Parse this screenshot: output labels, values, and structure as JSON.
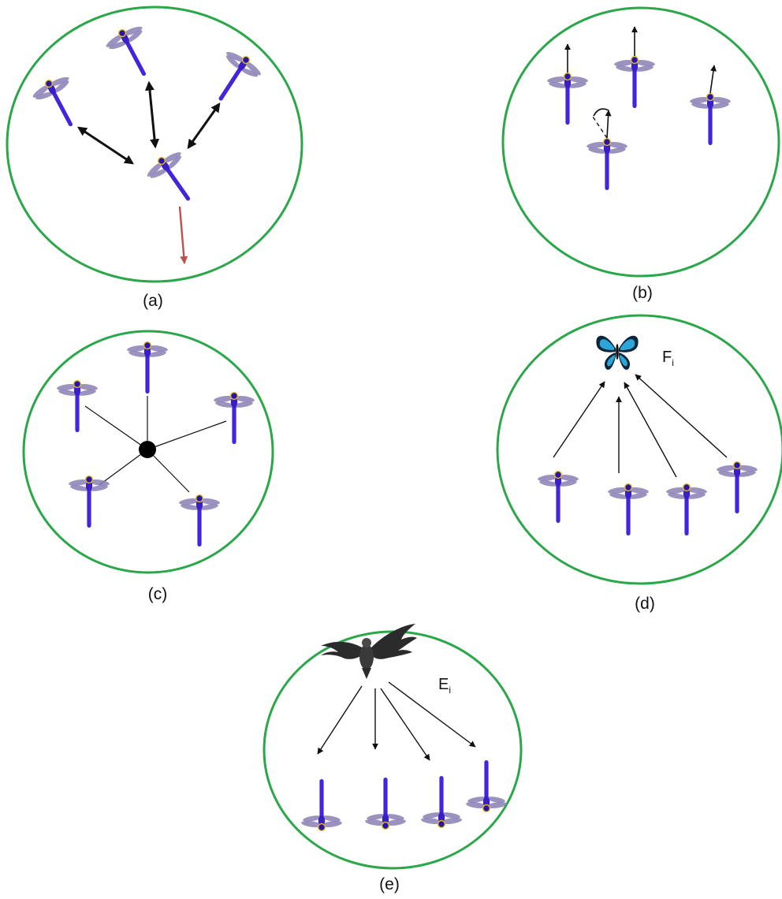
{
  "colors": {
    "circle": "#2aa748",
    "dragonfly_body": "#4226dc",
    "dragonfly_body_dark": "#2a15a8",
    "dragonfly_wing": "#8a7fb4",
    "dragonfly_eye": "#e8c21c",
    "arrow": "#111111",
    "separation_arrow": "#c0504d",
    "butterfly_wing": "#2aa7d8",
    "butterfly_wing_dark": "#0b2638",
    "eagle": "#2b2b2b"
  },
  "panels": {
    "a": {
      "label": "(a)",
      "icon": "dragonfly-icon"
    },
    "b": {
      "label": "(b)",
      "icon": "dragonfly-icon"
    },
    "c": {
      "label": "(c)",
      "icon": "dragonfly-icon"
    },
    "d": {
      "label": "(d)",
      "icon": "butterfly-icon",
      "food_symbol": "F",
      "food_subscript": "i"
    },
    "e": {
      "label": "(e)",
      "icon": "eagle-icon",
      "enemy_symbol": "E",
      "enemy_subscript": "i"
    }
  }
}
